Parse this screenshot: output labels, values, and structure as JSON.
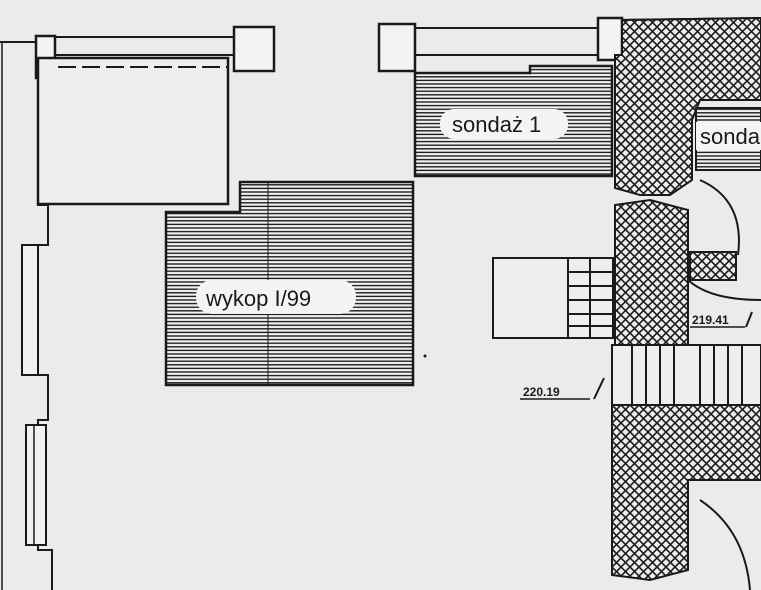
{
  "labels": {
    "excavation": "wykop I/99",
    "sounding_1": "sondaż 1",
    "sounding_2": "sonda",
    "elevation_1": "220.19",
    "elevation_2": "219.41"
  }
}
